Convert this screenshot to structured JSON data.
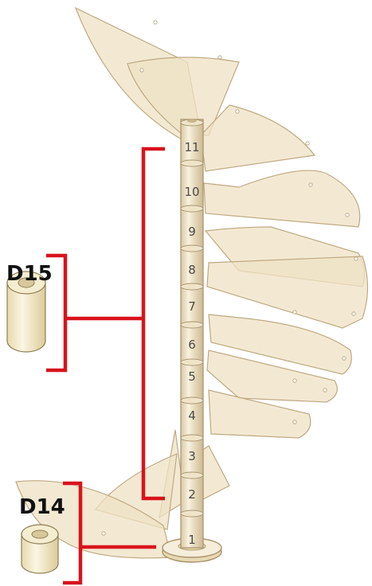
{
  "diagram": {
    "spacers": {
      "upper": {
        "label": "D15"
      },
      "lower": {
        "label": "D14"
      }
    },
    "step_numbers": [
      "1",
      "2",
      "3",
      "4",
      "5",
      "6",
      "7",
      "8",
      "9",
      "10",
      "11"
    ],
    "colors": {
      "bracket": "#d9131c",
      "tread_fill": "#efe1c4",
      "tread_edge": "#bfa982",
      "column": "#f1e6cc",
      "spacer_fill": "#f6efd6",
      "label_text": "#111111"
    }
  }
}
